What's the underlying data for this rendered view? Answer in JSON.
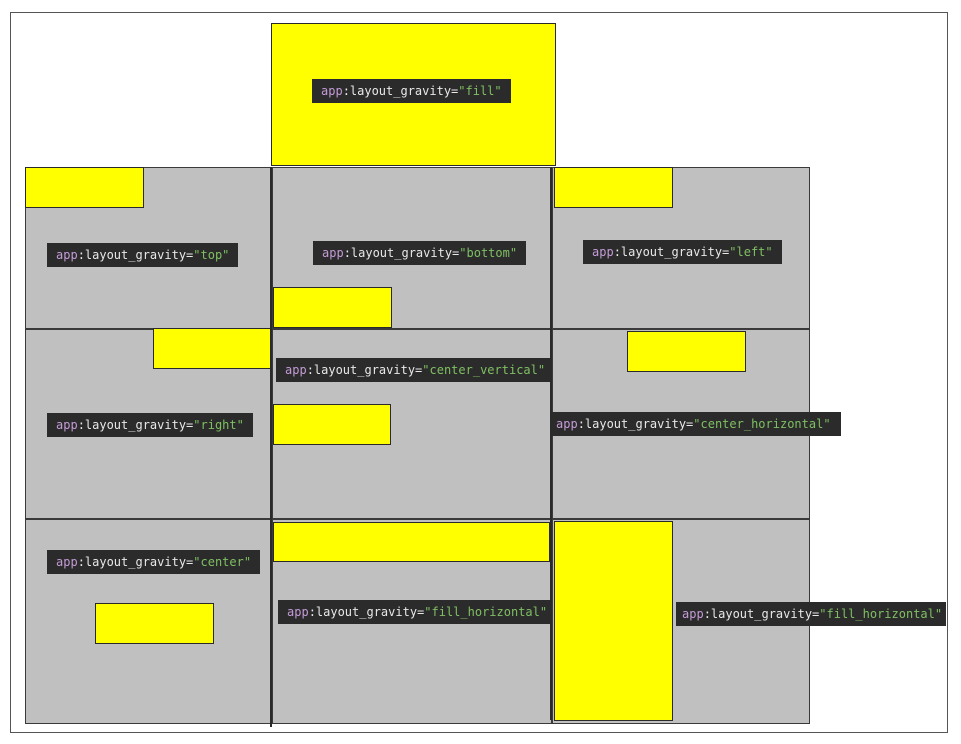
{
  "labels": [
    {
      "prefix": "app",
      "attr": ":layout_gravity=",
      "value": "\"fill\""
    },
    {
      "prefix": "app",
      "attr": ":layout_gravity=",
      "value": "\"top\""
    },
    {
      "prefix": "app",
      "attr": ":layout_gravity=",
      "value": "\"bottom\""
    },
    {
      "prefix": "app",
      "attr": ":layout_gravity=",
      "value": "\"left\""
    },
    {
      "prefix": "app",
      "attr": ":layout_gravity=",
      "value": "\"right\""
    },
    {
      "prefix": "app",
      "attr": ":layout_gravity=",
      "value": "\"center_vertical\""
    },
    {
      "prefix": "app",
      "attr": ":layout_gravity=",
      "value": "\"center_horizontal\""
    },
    {
      "prefix": "app",
      "attr": ":layout_gravity=",
      "value": "\"center\""
    },
    {
      "prefix": "app",
      "attr": ":layout_gravity=",
      "value": "\"fill_horizontal\""
    },
    {
      "prefix": "app",
      "attr": ":layout_gravity=",
      "value": "\"fill_horizontal\""
    }
  ],
  "colors": {
    "cell": "#c0c0c0",
    "child": "#ffff00",
    "code_bg": "#2b2b2b",
    "code_attr": "#c49bd6",
    "code_string": "#7fbf63"
  }
}
